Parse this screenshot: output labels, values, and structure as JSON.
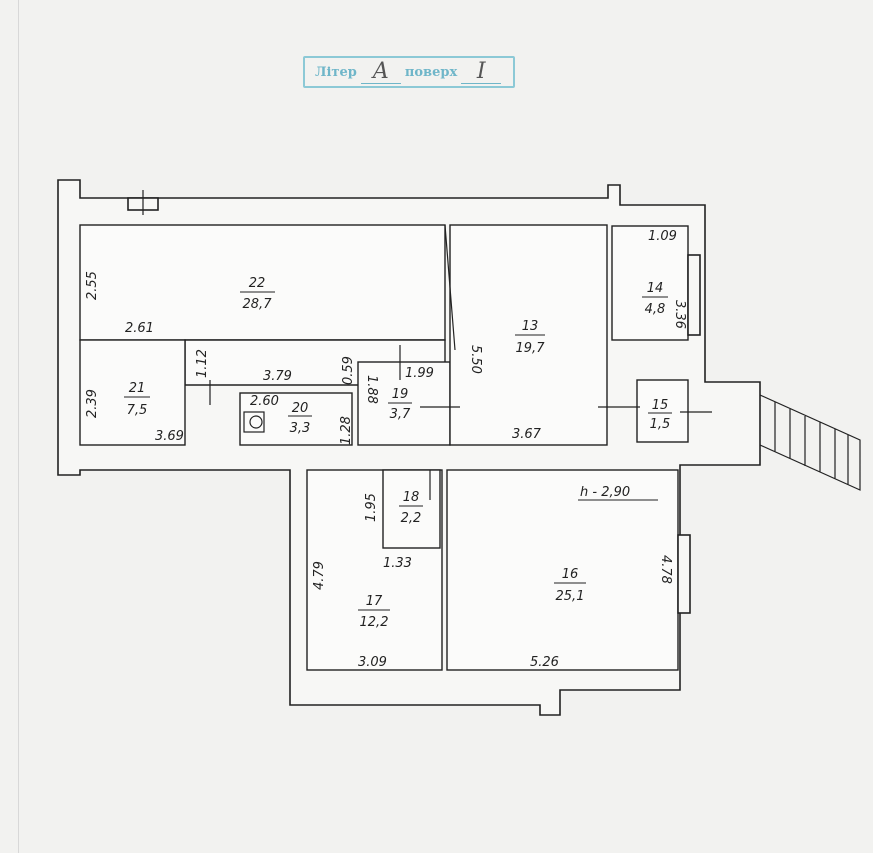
{
  "stamp": {
    "liter_label": "Літер",
    "liter_value": "А",
    "floor_label": "поверх",
    "floor_value": "I"
  },
  "height_note": "h - 2,90",
  "rooms": [
    {
      "number": "22",
      "area": "28,7"
    },
    {
      "number": "13",
      "area": "19,7"
    },
    {
      "number": "14",
      "area": "4,8"
    },
    {
      "number": "21",
      "area": "7,5"
    },
    {
      "number": "20",
      "area": "3,3"
    },
    {
      "number": "19",
      "area": "3,7"
    },
    {
      "number": "15",
      "area": "1,5"
    },
    {
      "number": "18",
      "area": "2,2"
    },
    {
      "number": "17",
      "area": "12,2"
    },
    {
      "number": "16",
      "area": "25,1"
    }
  ],
  "dimensions": {
    "d255": "2.55",
    "d261": "2.61",
    "d112": "1.12",
    "d379": "3.79",
    "d059": "0.59",
    "d550": "5.50",
    "d109": "1.09",
    "d336": "3.36",
    "d239": "2.39",
    "d369": "3.69",
    "d260": "2.60",
    "d128": "1.28",
    "d188": "1.88",
    "d199": "1.99",
    "d367": "3.67",
    "d195": "1.95",
    "d133": "1.33",
    "d479": "4.79",
    "d309": "3.09",
    "d526": "5.26",
    "d478": "4.78"
  }
}
